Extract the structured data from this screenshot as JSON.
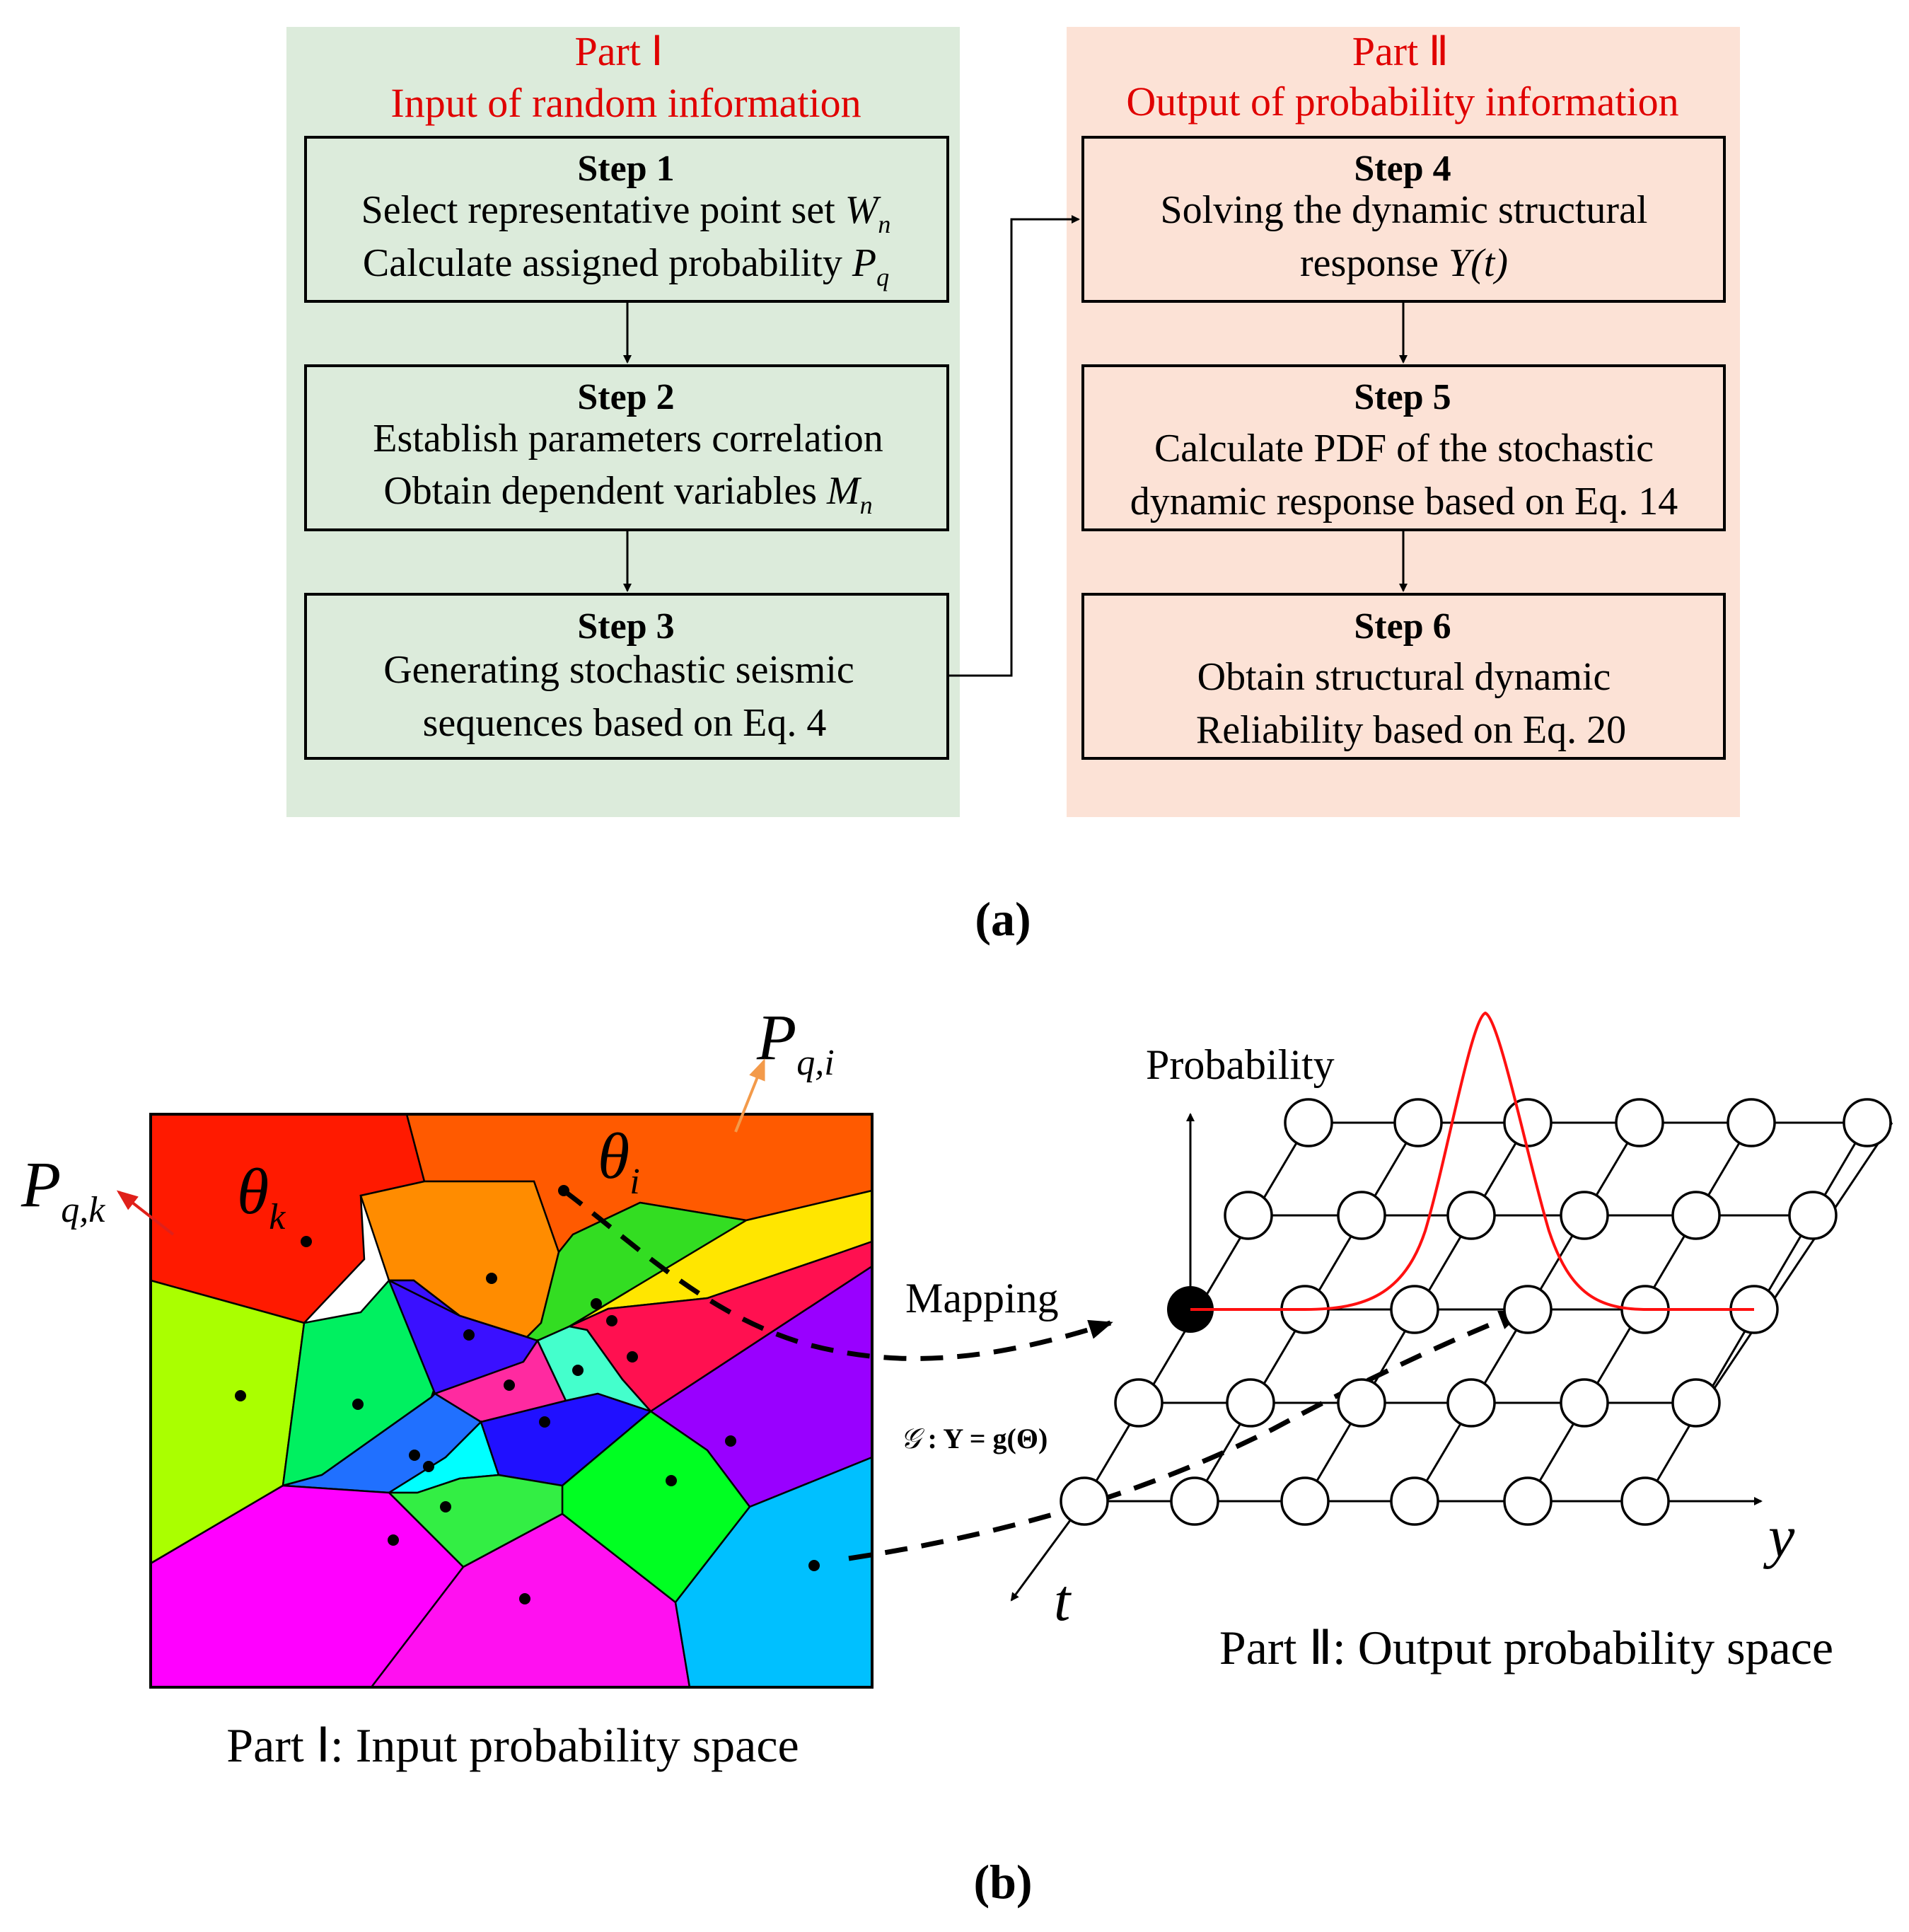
{
  "flowchart": {
    "part1": {
      "title": "Part Ⅰ",
      "subtitle": "Input of random information",
      "steps": [
        {
          "title": "Step 1",
          "line1": "Select representative point set ",
          "line1_var": "W",
          "line1_sub": "n",
          "line2": "Calculate  assigned probability ",
          "line2_var": "P",
          "line2_sub": "q"
        },
        {
          "title": "Step 2",
          "line1": "Establish parameters correlation",
          "line2": "Obtain dependent variables ",
          "line2_var": "M",
          "line2_sub": "n"
        },
        {
          "title": "Step 3",
          "line1": "Generating stochastic seismic",
          "line2": "sequences based on Eq. 4"
        }
      ]
    },
    "part2": {
      "title": "Part Ⅱ",
      "subtitle": "Output of probability information",
      "steps": [
        {
          "title": "Step 4",
          "line1": "Solving the dynamic structural",
          "line2": "response ",
          "line2_var": "Y(t)"
        },
        {
          "title": "Step 5",
          "line1": "Calculate  PDF of the stochastic",
          "line2": "dynamic  response based on Eq. 14"
        },
        {
          "title": "Step 6",
          "line1": "Obtain structural dynamic",
          "line2": "Reliability based on Eq. 20"
        }
      ]
    },
    "colors": {
      "part1_bg": "#dcebdb",
      "part2_bg": "#fce2d6",
      "title_red": "#e00000"
    }
  },
  "caption_a": "(a)",
  "caption_b": "(b)",
  "input_space": {
    "label": "Part  Ⅰ: Input probability space",
    "p_qk": "P",
    "p_qk_sub": "q,k",
    "p_qi": "P",
    "p_qi_sub": "q,i",
    "theta_k": "θ",
    "theta_k_sub": "k",
    "theta_i": "θ",
    "theta_i_sub": "i"
  },
  "mapping": {
    "label": "Mapping",
    "formula_g": "𝒢",
    "formula_rest": " : Y = g(Θ)"
  },
  "output_space": {
    "label": "Part Ⅱ: Output probability space",
    "axis_probability": "Probability",
    "axis_y": "y",
    "axis_t": "t"
  }
}
